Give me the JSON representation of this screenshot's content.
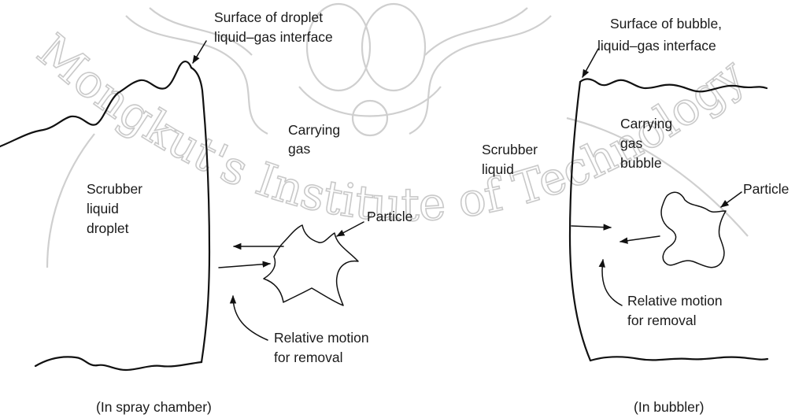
{
  "watermark": {
    "text": "Mongkut's Institute of Technology",
    "color": "#c9c9c9"
  },
  "left_panel": {
    "surface_label_1": "Surface of droplet",
    "surface_label_2": "liquid–gas interface",
    "carrying_label_1": "Carrying",
    "carrying_label_2": "gas",
    "scrubber_label_1": "Scrubber",
    "scrubber_label_2": "liquid",
    "scrubber_label_3": "droplet",
    "particle_label": "Particle",
    "motion_label_1": "Relative motion",
    "motion_label_2": "for removal",
    "caption": "(In spray chamber)"
  },
  "right_panel": {
    "surface_label_1": "Surface of bubble,",
    "surface_label_2": "liquid–gas interface",
    "carrying_label_1": "Carrying",
    "carrying_label_2": "gas",
    "carrying_label_3": "bubble",
    "scrubber_label_1": "Scrubber",
    "scrubber_label_2": "liquid",
    "particle_label": "Particle",
    "motion_label_1": "Relative motion",
    "motion_label_2": "for removal",
    "caption": "(In bubbler)"
  },
  "colors": {
    "ink": "#111111",
    "background": "#ffffff"
  }
}
